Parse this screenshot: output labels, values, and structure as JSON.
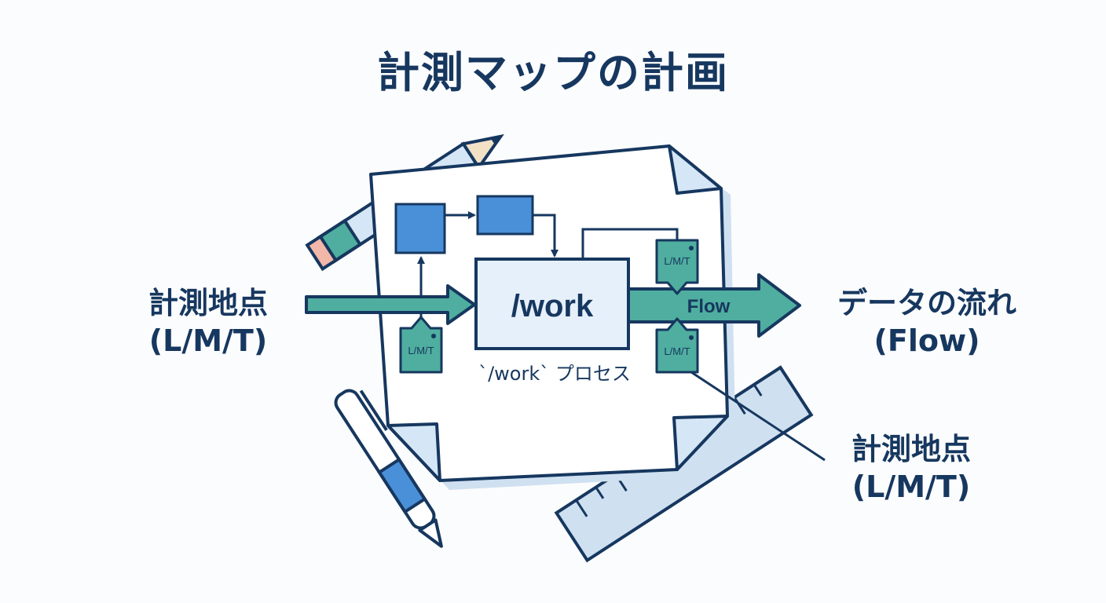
{
  "title": "計測マップの計画",
  "left_label": {
    "line1": "計測地点",
    "line2": "(L/M/T)"
  },
  "right_label": {
    "line1": "データの流れ",
    "line2": "(Flow)"
  },
  "bottom_right_label": {
    "line1": "計測地点",
    "line2": "(L/M/T)"
  },
  "center_box": {
    "label": "/work"
  },
  "process_caption": "`/work` プロセス",
  "flow_arrow": {
    "label": "Flow"
  },
  "tags": [
    {
      "label": "L/M/T"
    },
    {
      "label": "L/M/T"
    },
    {
      "label": "L/M/T"
    }
  ],
  "colors": {
    "ink": "#16375f",
    "box_blue": "#4a90d9",
    "teal": "#4fae9f",
    "paper_shadow": "#cfe0f1",
    "center_fill": "#e6f0fa"
  }
}
